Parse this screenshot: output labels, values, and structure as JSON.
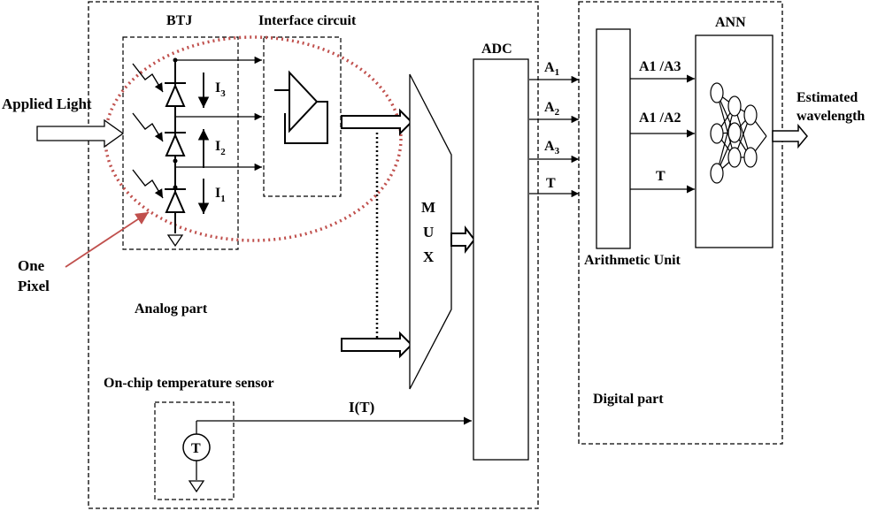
{
  "labels": {
    "applied_light": "Applied Light",
    "one": "One",
    "pixel": "Pixel",
    "btj": "BTJ",
    "interface_circuit": "Interface circuit",
    "analog_part": "Analog part",
    "on_chip_temp_sensor": "On-chip temperature sensor",
    "temp_symbol": "T",
    "i_t": "I(T)",
    "mux": [
      "M",
      "U",
      "X"
    ],
    "adc": "ADC",
    "ann": "ANN",
    "arithmetic_unit": "Arithmetic Unit",
    "digital_part": "Digital part",
    "estimated": "Estimated",
    "wavelength": "wavelength",
    "ratio_1": "A1 /A3",
    "ratio_2": "A1 /A2",
    "t_out": "T"
  },
  "currents": [
    {
      "main": "I",
      "sub": "3"
    },
    {
      "main": "I",
      "sub": "2"
    },
    {
      "main": "I",
      "sub": "1"
    }
  ],
  "adc_outputs": [
    {
      "main": "A",
      "sub": "1"
    },
    {
      "main": "A",
      "sub": "2"
    },
    {
      "main": "A",
      "sub": "3"
    },
    {
      "main": "T",
      "sub": ""
    }
  ],
  "colors": {
    "pixel_ellipse": "#c0504d",
    "pointer": "#c0504d",
    "line": "#000000"
  }
}
